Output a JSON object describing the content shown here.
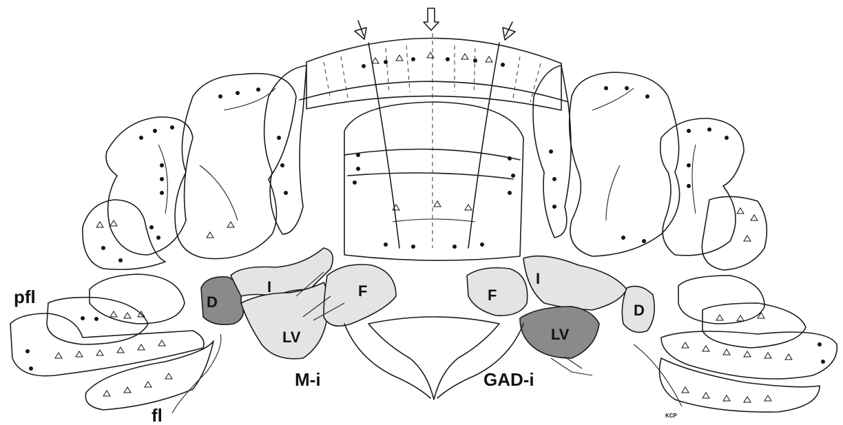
{
  "labels": {
    "pfl": "pfl",
    "fl": "fl",
    "m_i": "M-i",
    "gad_i": "GAD-i",
    "left_nuclei": {
      "d": "D",
      "i": "I",
      "f": "F",
      "lv": "LV"
    },
    "right_nuclei": {
      "d": "D",
      "i": "I",
      "f": "F",
      "lv": "LV"
    },
    "signature": "KCP"
  },
  "colors": {
    "line": "#1a1a1a",
    "stipple_light": "#e4e4e4",
    "stipple_dark": "#8a8a8a",
    "background": "#ffffff"
  }
}
